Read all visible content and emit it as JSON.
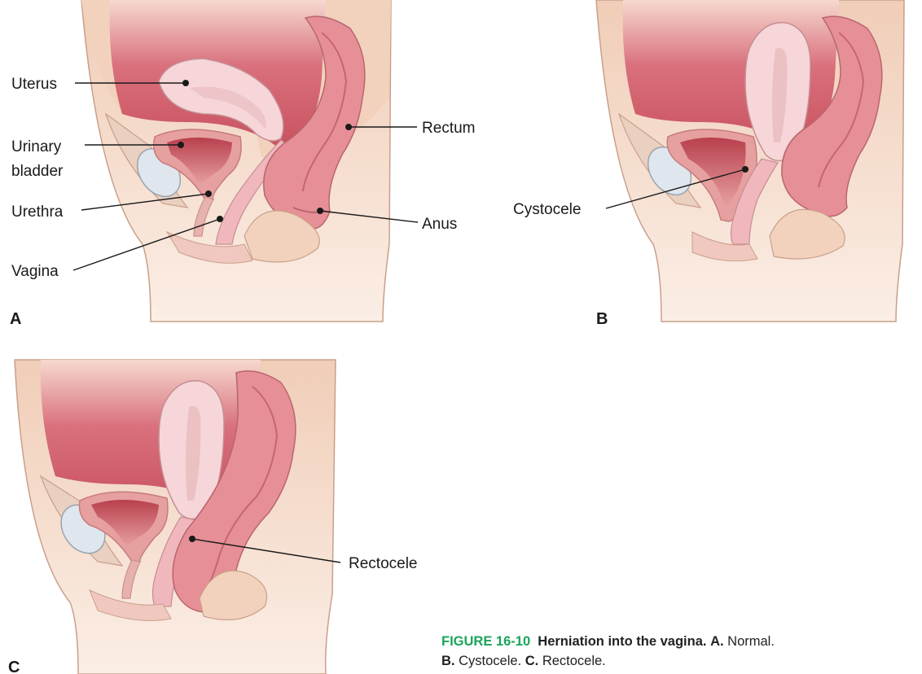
{
  "panels": {
    "a": {
      "letter": "A",
      "labels": {
        "uterus": "Uterus",
        "urinary_line1": "Urinary",
        "urinary_line2": "bladder",
        "urethra": "Urethra",
        "vagina": "Vagina",
        "rectum": "Rectum",
        "anus": "Anus"
      }
    },
    "b": {
      "letter": "B",
      "labels": {
        "cystocele": "Cystocele"
      }
    },
    "c": {
      "letter": "C",
      "labels": {
        "rectocele": "Rectocele"
      }
    }
  },
  "caption": {
    "number": "FIGURE 16-10",
    "title": "Herniation into the vagina.",
    "a_key": "A.",
    "a_text": "Normal.",
    "b_key": "B.",
    "b_text": "Cystocele.",
    "c_key": "C.",
    "c_text": "Rectocele."
  },
  "colors": {
    "skin": "#f2d2bd",
    "skin_outline": "#c9a089",
    "cavity": "#d9737f",
    "uterus": "#f6d6d8",
    "bladder_wall": "#e6a0a0",
    "bladder_inner": "#c7545f",
    "rectum": "#e68f97",
    "rectum_dark": "#c76570",
    "bone": "#dfe6ee",
    "caption_green": "#1aa45a"
  }
}
